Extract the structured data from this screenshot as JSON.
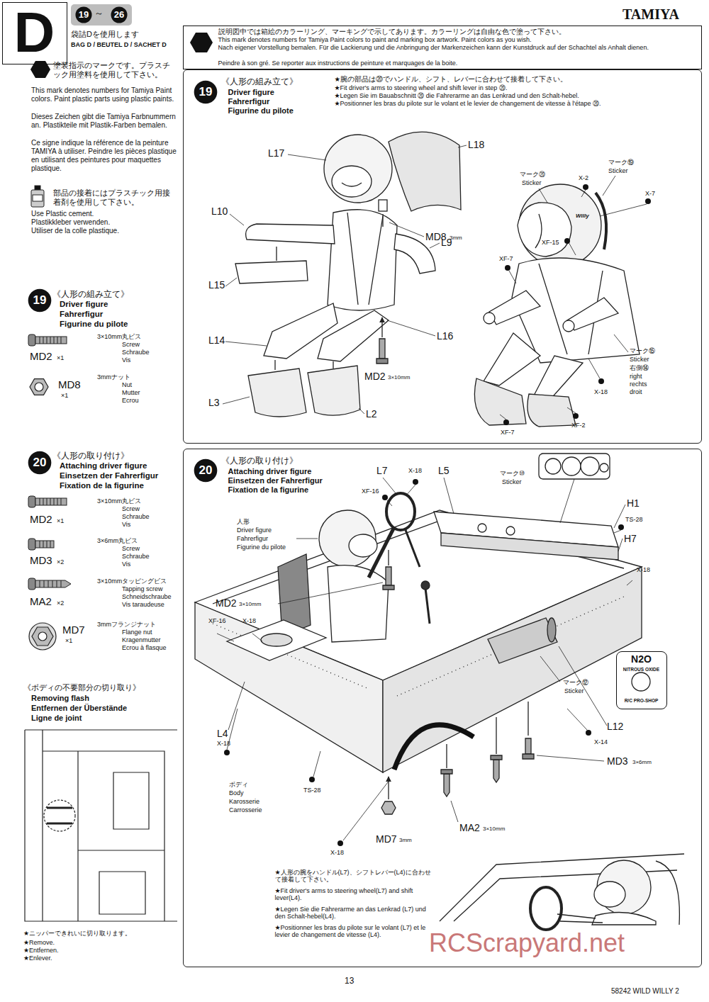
{
  "diagram": {
    "nodes": [
      {
        "text": [
          "D"
        ]
      },
      {
        "text": [
          "19"
        ]
      },
      {
        "text": [
          "26"
        ]
      },
      {
        "text": [
          "説明図中では箱絵のカラーリング、マーキングで示してあります。カラーリングは自由な色で塗って下さい。",
          "This mark denotes numbers for Tamiya Paint colors to paint and marking box artwork. Paint colors as you wish.",
          "Nach eigener Vorstellung bemalen. Für die Lackierung und die Anbringung der Markenzeichen kann der Kunstdruck auf der Schachtel als Anhalt dienen.",
          "Peindre à son gré. Se reporter aux instructions de peinture et marquages de la boite."
        ]
      },
      {
        "text": [
          "19"
        ]
      },
      {
        "text": [
          "20"
        ]
      },
      {
        "text": [
          "《人形の組み立て》",
          "Driver figure",
          "Fahrerfigur",
          "Figurine du pilote",
          "★腕の部品は⑳でハンドル、シフト、レバーに合わせて接着して下さい。",
          "★Fit driver's arms to steering wheel and shift lever in step ⑳.",
          "★Legen Sie im Bauabschnitt ⑳ die Fahrerarme an das Lenkrad und den Schalt-hebel.",
          "★Positionner les bras du pilote sur le volant et le levier de changement de vitesse à l'étape ⑳."
        ]
      },
      {
        "text": [
          "19"
        ],
        "in": 6
      },
      {
        "text": [
          "《人形の取り付け》",
          "Attaching driver figure",
          "Einsetzen der Fahrerfigur",
          "Fixation de la figurine",
          "★人形の腕をハンドル(L7)、シフトレバー(L4)に合わせて接着して下さい。",
          "★Fit driver's arms to steering wheel(L7) and shift lever(L4).",
          "★Legen Sie die Fahrerarme an das Lenkrad (L7) und den Schalt-hebel(L4).",
          "★Positionner les bras du pilote sur le volant (L7) et le levier de changement de vitesse (L4)."
        ]
      },
      {
        "text": [
          "20"
        ],
        "in": 8
      },
      {
        "text": [
          "N2O",
          "NITROUS OXIDE",
          "R/C PRO-SHOP"
        ],
        "in": 8
      }
    ],
    "labels": [
      "TAMIYA",
      "～",
      "袋詰Dを使用します",
      "BAG D / BEUTEL D / SACHET D",
      "塗装指示のマークです。プラスチック用塗料を使用して下さい。",
      "This mark denotes numbers for Tamiya Paint colors. Paint plastic parts using plastic paints.",
      "Dieses Zeichen gibt die Tamiya Farbnummern an. Plastikteile mit Plastik-Farben bemalen.",
      "Ce signe indique la référence de la peinture TAMIYA à utiliser. Peindre les pièces plastique en utilisant des peintures pour maquettes plastique.",
      "部品の接着にはプラスチック用接着剤を使用して下さい。",
      "Use Plastic cement.",
      "Plastikkleber verwenden.",
      "Utiliser de la colle plastique.",
      "《人形の組み立て》",
      "Driver figure",
      "Fahrerfigur",
      "Figurine du pilote",
      "3×10mm丸ビス",
      "Screw",
      "Schraube",
      "Vis",
      "MD2",
      "×1",
      "3mmナット",
      "Nut",
      "Mutter",
      "Ecrou",
      "MD8",
      "×1",
      "《人形の取り付け》",
      "Attaching driver figure",
      "Einsetzen der Fahrerfigur",
      "Fixation de la figurine",
      "3×10mm丸ビス",
      "Screw",
      "Schraube",
      "Vis",
      "MD2",
      "×1",
      "3×6mm丸ビス",
      "Screw",
      "Schraube",
      "Vis",
      "MD3",
      "×2",
      "3×10mmタッピングビス",
      "Tapping screw",
      "Schneidschraube",
      "Vis taraudeuse",
      "MA2",
      "×2",
      "3mmフランジナット",
      "Flange nut",
      "Kragenmutter",
      "Ecrou à flasque",
      "MD7",
      "×1",
      "《ボディの不要部分の切り取り》",
      "Removing flash",
      "Entfernen der Überstände",
      "Ligne de joint",
      "★ニッパーできれいに切り取ります。",
      "★Remove.",
      "★Entfernen.",
      "★Enlever.",
      "L17",
      "L18",
      "MD8",
      "3mm",
      "L10",
      "L9",
      "L15",
      "L16",
      "L14",
      "MD2",
      "3×10mm",
      "L3",
      "L2",
      "マーク⑳",
      "Sticker",
      "X-2",
      "マーク⑲",
      "Sticker",
      "X-7",
      "XF-15",
      "XF-7",
      "マーク⑮",
      "Sticker",
      "右側⑭",
      "right",
      "rechts",
      "droit",
      "X-18",
      "XF-7",
      "XF-2",
      "L7",
      "X-18",
      "L5",
      "マーク⑩",
      "Sticker",
      "XF-16",
      "H1",
      "TS-28",
      "H7",
      "X-18",
      "人形",
      "Driver figure",
      "Fahrerfigur",
      "Figurine du pilote",
      "MD2",
      "3×10mm",
      "XF-16",
      "X-18",
      "マーク⑫",
      "Sticker",
      "L4",
      "X-18",
      "L12",
      "X-14",
      "MD3",
      "3×6mm",
      "ボディ",
      "Body",
      "Karosserie",
      "Carrosserie",
      "TS-28",
      "MD7",
      "3mm",
      "MA2",
      "3×10mm",
      "X-18",
      "13",
      "58242 WILD WILLY 2",
      "RCScrapyard.net",
      "Willy"
    ]
  }
}
